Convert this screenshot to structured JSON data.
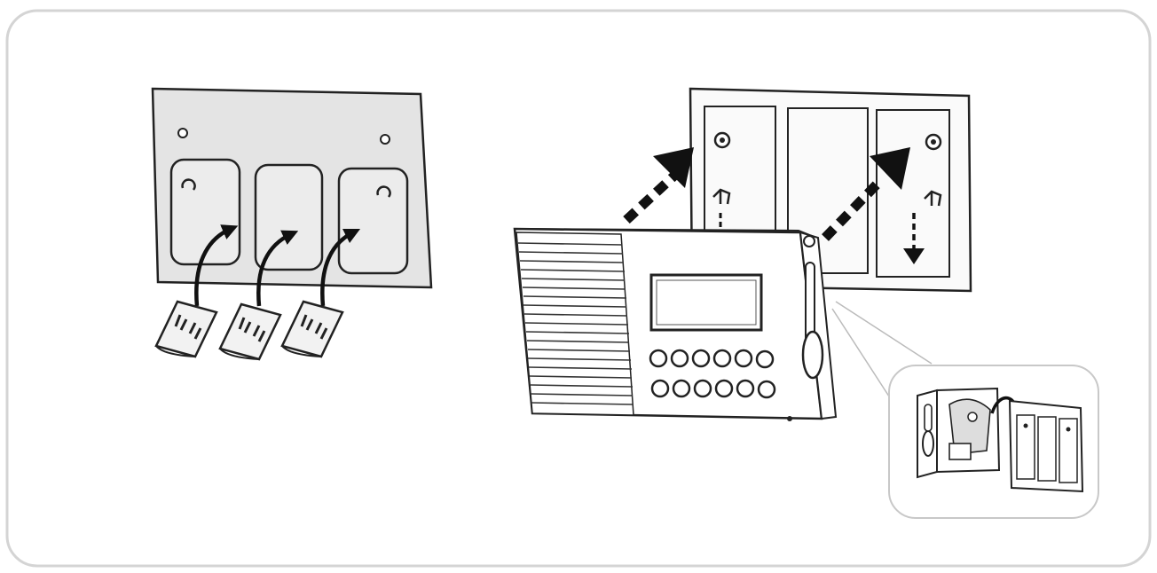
{
  "diagram": {
    "frame_color": "#d4d4d4",
    "line_color": "#2a2a2a",
    "plate_fill": "#e6e6e6",
    "arrow_color": "#111111"
  },
  "steps": [
    {
      "id": "attach-adhesive-pads",
      "pads": 3,
      "arrows": 3
    },
    {
      "id": "hang-radio-on-plate",
      "dashed_arrows": 2,
      "down_arrows": 2
    },
    {
      "id": "detail-inset"
    }
  ]
}
